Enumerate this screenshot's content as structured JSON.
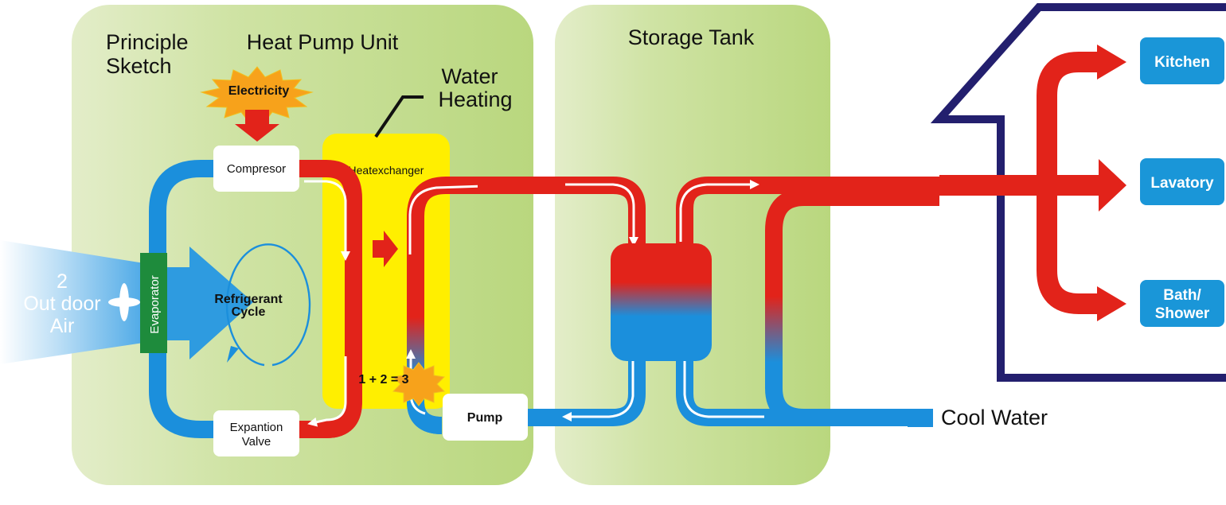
{
  "labels": {
    "principle_sketch_line1": "Principle",
    "principle_sketch_line2": "Sketch",
    "heat_pump_unit": "Heat Pump Unit",
    "storage_tank": "Storage Tank",
    "water_heating_line1": "Water",
    "water_heating_line2": "Heating",
    "electricity": "Electricity",
    "compressor": "Compresor",
    "heatexchanger": "Heatexchanger",
    "evaporator": "Evaporator",
    "refrigerant_cycle_line1": "Refrigerant",
    "refrigerant_cycle_line2": "Cycle",
    "outdoor_air_line1": "2",
    "outdoor_air_line2": "Out door",
    "outdoor_air_line3": "Air",
    "equation": "1 + 2 = 3",
    "expansion_valve_line1": "Expantion",
    "expansion_valve_line2": "Valve",
    "pump": "Pump",
    "cool_water": "Cool Water"
  },
  "outlets": [
    {
      "label_line1": "Kitchen",
      "label_line2": ""
    },
    {
      "label_line1": "Lavatory",
      "label_line2": ""
    },
    {
      "label_line1": "Bath/",
      "label_line2": "Shower"
    }
  ],
  "colors": {
    "hot": "#e2231a",
    "cold": "#1b8fdc",
    "panel": "#c5df96",
    "heatexchanger": "#ffef00",
    "evaporator": "#1e8b3c",
    "outlet_box": "#1a96d8",
    "house": "#231f6e"
  }
}
